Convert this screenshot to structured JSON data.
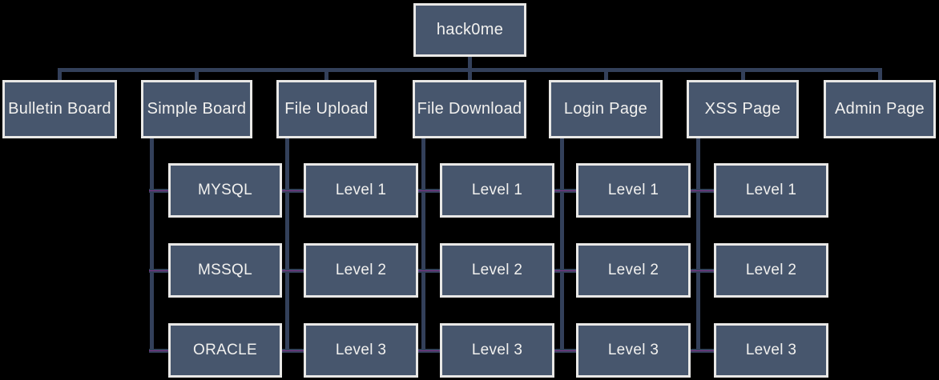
{
  "diagram": {
    "root": {
      "label": "hack0me"
    },
    "pages": [
      {
        "label": "Bulletin Board"
      },
      {
        "label": "Simple Board",
        "children": [
          "MYSQL",
          "MSSQL",
          "ORACLE"
        ]
      },
      {
        "label": "File Upload",
        "children": [
          "Level 1",
          "Level 2",
          "Level 3"
        ]
      },
      {
        "label": "File Download",
        "children": [
          "Level 1",
          "Level 2",
          "Level 3"
        ]
      },
      {
        "label": "Login Page",
        "children": [
          "Level 1",
          "Level 2",
          "Level 3"
        ]
      },
      {
        "label": "XSS Page",
        "children": [
          "Level 1",
          "Level 2",
          "Level 3"
        ]
      },
      {
        "label": "Admin Page"
      }
    ],
    "colors": {
      "background": "#000000",
      "node_fill": "#47566d",
      "node_border": "#e9e8e6",
      "node_text": "#f2f1ef",
      "connector": "#33405a",
      "connector_accent": "#83348c"
    }
  }
}
